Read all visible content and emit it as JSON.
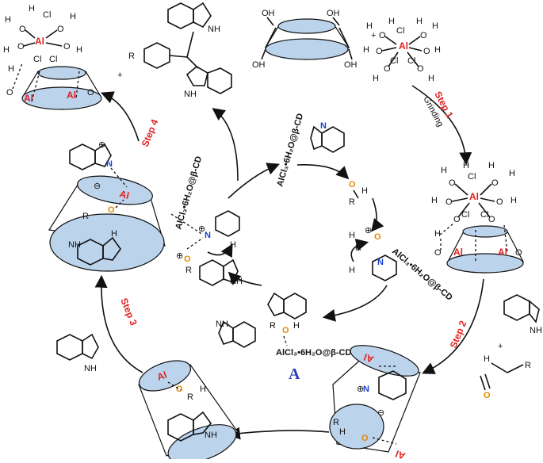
{
  "labels": {
    "step1": "Step 1",
    "grinding": "Grinding",
    "step2": "Step 2",
    "step3": "Step 3",
    "step4": "Step 4",
    "catalyst": "AlCl₃•6H₂O@β-CD",
    "intermediate": "A",
    "plus": "+",
    "al": "Al",
    "cl": "Cl",
    "oh": "OH",
    "o": "O",
    "h": "H",
    "n": "N",
    "nh": "NH",
    "r": "R",
    "plus_sign": "⊕",
    "minus_sign": "⊖"
  }
}
